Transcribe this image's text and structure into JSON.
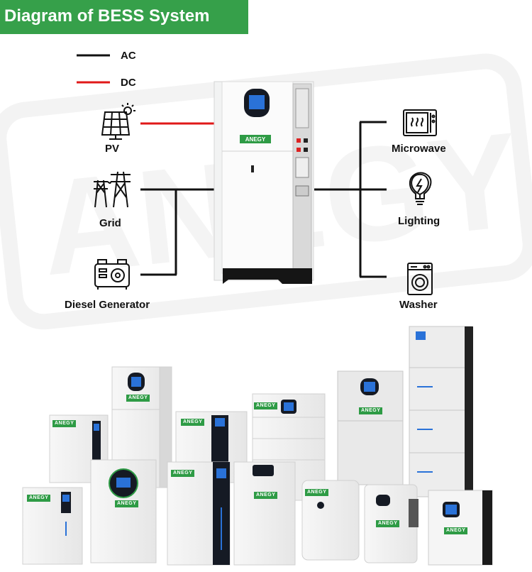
{
  "title": "Diagram of BESS System",
  "legend": [
    {
      "label": "AC",
      "color": "#111111"
    },
    {
      "label": "DC",
      "color": "#e01818"
    }
  ],
  "sources": [
    {
      "label": "PV",
      "icon": "solar-panel-icon"
    },
    {
      "label": "Grid",
      "icon": "power-tower-icon"
    },
    {
      "label": "Diesel Generator",
      "icon": "generator-icon"
    }
  ],
  "loads": [
    {
      "label": "Microwave",
      "icon": "microwave-icon"
    },
    {
      "label": "Lighting",
      "icon": "light-bulb-icon"
    },
    {
      "label": "Washer",
      "icon": "washing-machine-icon"
    }
  ],
  "brand": "ANEGY",
  "colors": {
    "brand_green": "#36a04a",
    "ac_line": "#111111",
    "dc_line": "#e01818"
  }
}
